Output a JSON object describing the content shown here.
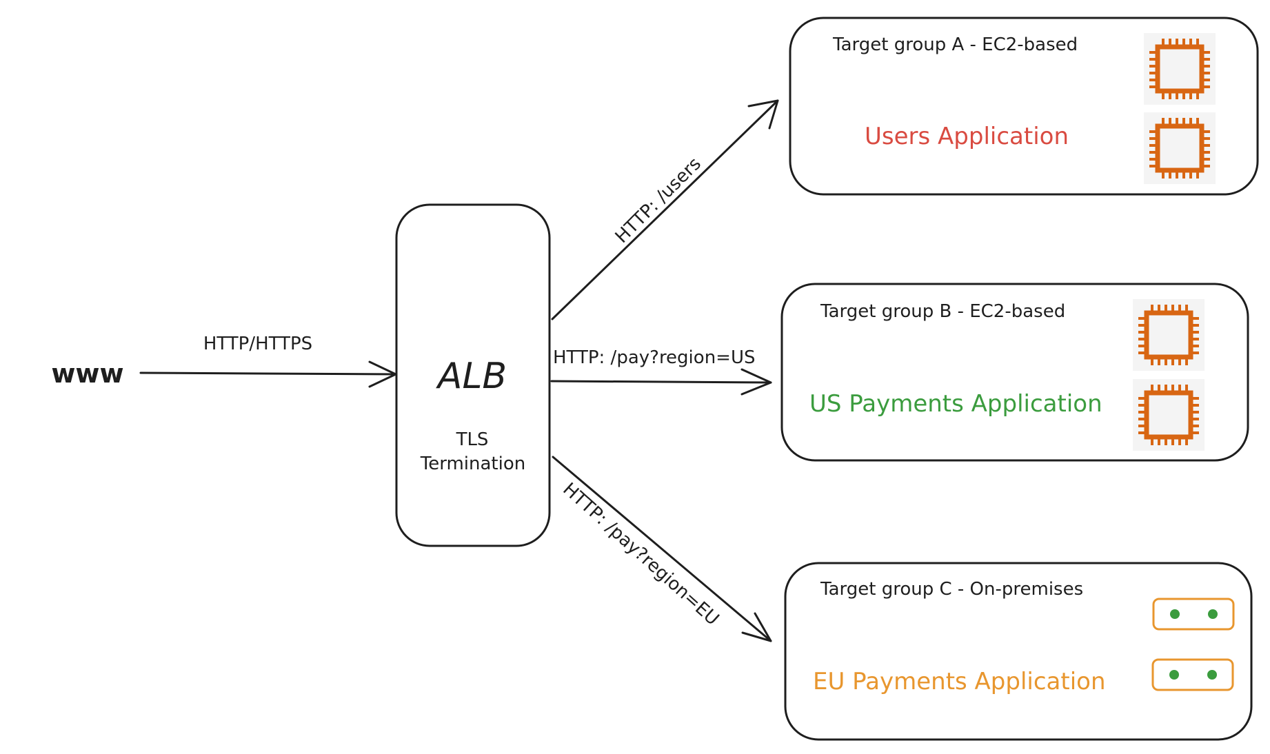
{
  "source": {
    "label": "www"
  },
  "alb": {
    "title": "ALB",
    "subtitle_line1": "TLS",
    "subtitle_line2": "Termination"
  },
  "edges": {
    "inbound": "HTTP/HTTPS",
    "to_a": "HTTP: /users",
    "to_b": "HTTP: /pay?region=US",
    "to_c": "HTTP: /pay?region=EU"
  },
  "target_groups": [
    {
      "title": "Target group A - EC2-based",
      "app": "Users Application",
      "app_color": "#d94b41",
      "icon": "ec2-instance-icon"
    },
    {
      "title": "Target group B - EC2-based",
      "app": "US Payments Application",
      "app_color": "#3b9c3e",
      "icon": "ec2-instance-icon"
    },
    {
      "title": "Target group C - On-premises",
      "app": "EU Payments Application",
      "app_color": "#e8962e",
      "icon": "server-icon"
    }
  ],
  "colors": {
    "ec2_orange": "#d86613",
    "server_orange": "#e8962e",
    "server_led_green": "#3b9c3e",
    "stroke": "#1e1e1e"
  }
}
